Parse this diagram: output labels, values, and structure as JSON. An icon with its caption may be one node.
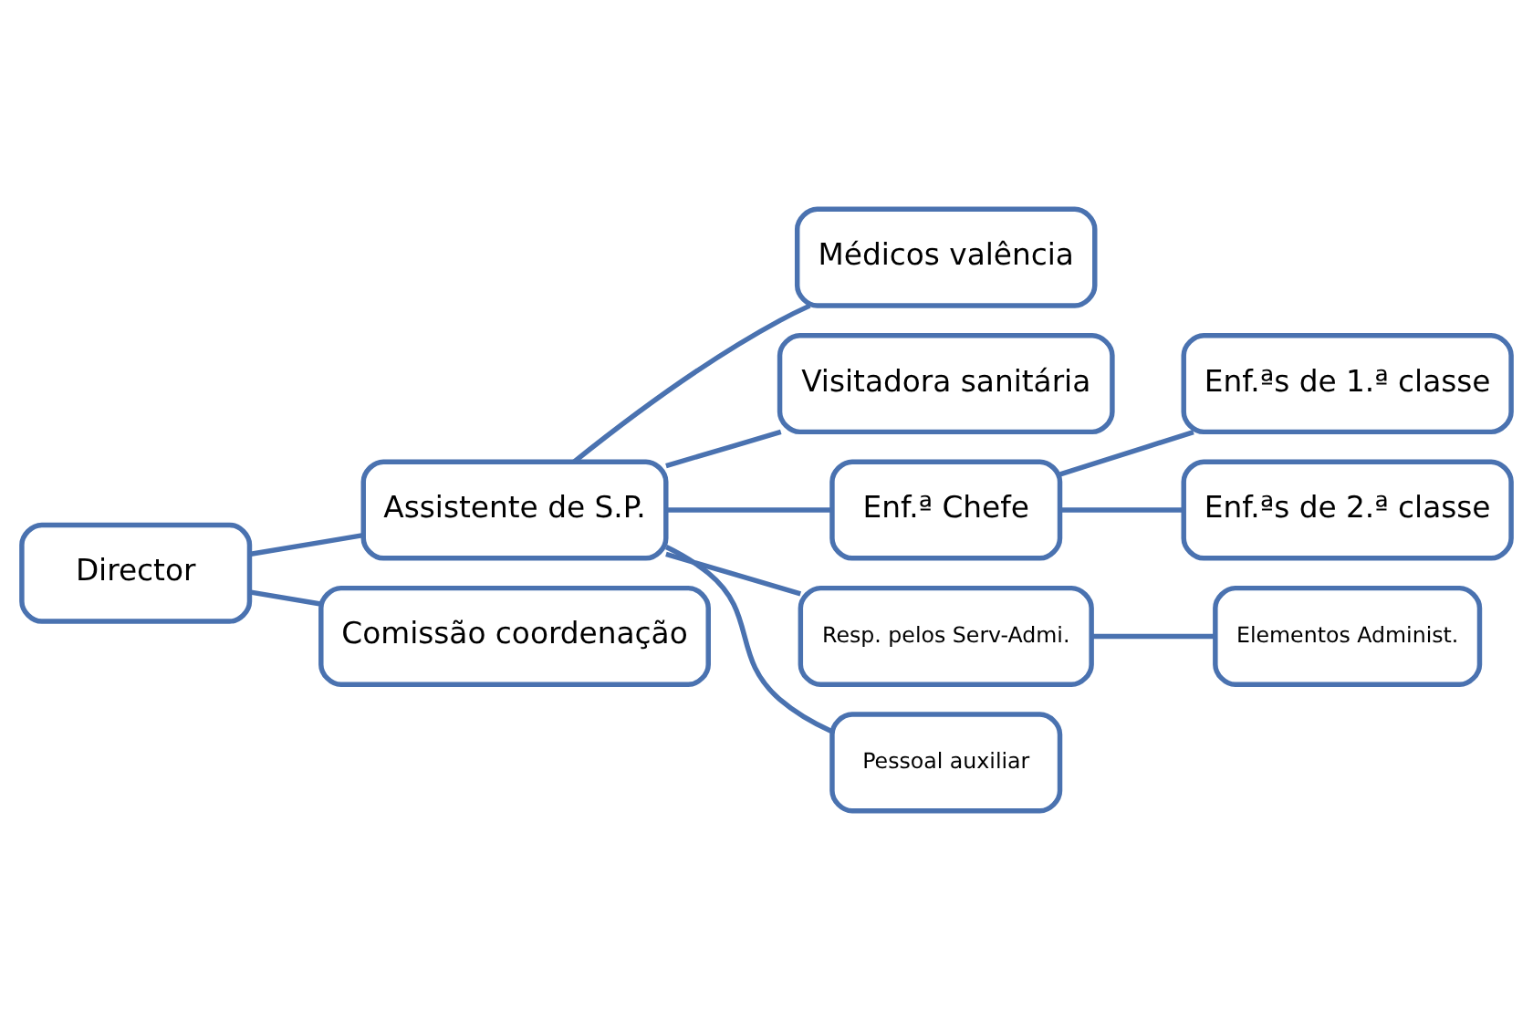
{
  "diagram": {
    "nodes": [
      {
        "text": [
          "Director"
        ]
      },
      {
        "text": [
          "Assistente de S.P."
        ]
      },
      {
        "text": [
          "Comissão coordenação"
        ]
      },
      {
        "text": [
          "Médicos valência"
        ]
      },
      {
        "text": [
          "Visitadora sanitária"
        ]
      },
      {
        "text": [
          "Enf.ª Chefe"
        ]
      },
      {
        "text": [
          "Enf.ªs de 1.ª classe"
        ]
      },
      {
        "text": [
          "Enf.ªs de 2.ª classe"
        ]
      },
      {
        "text": [
          "Resp. pelos Serv-Admi."
        ]
      },
      {
        "text": [
          "Elementos Administ."
        ]
      },
      {
        "text": [
          "Pessoal auxiliar"
        ]
      }
    ],
    "edges": [
      {
        "from": 0,
        "to": 1,
        "arrow": "none"
      },
      {
        "from": 0,
        "to": 2,
        "arrow": "none"
      },
      {
        "from": 1,
        "to": 3,
        "arrow": "none"
      },
      {
        "from": 1,
        "to": 4,
        "arrow": "none"
      },
      {
        "from": 1,
        "to": 5,
        "arrow": "none"
      },
      {
        "from": 1,
        "to": 8,
        "arrow": "none"
      },
      {
        "from": 1,
        "to": 10,
        "arrow": "none"
      },
      {
        "from": 5,
        "to": 6,
        "arrow": "none"
      },
      {
        "from": 5,
        "to": 7,
        "arrow": "none"
      },
      {
        "from": 8,
        "to": 9,
        "arrow": "none"
      }
    ]
  }
}
